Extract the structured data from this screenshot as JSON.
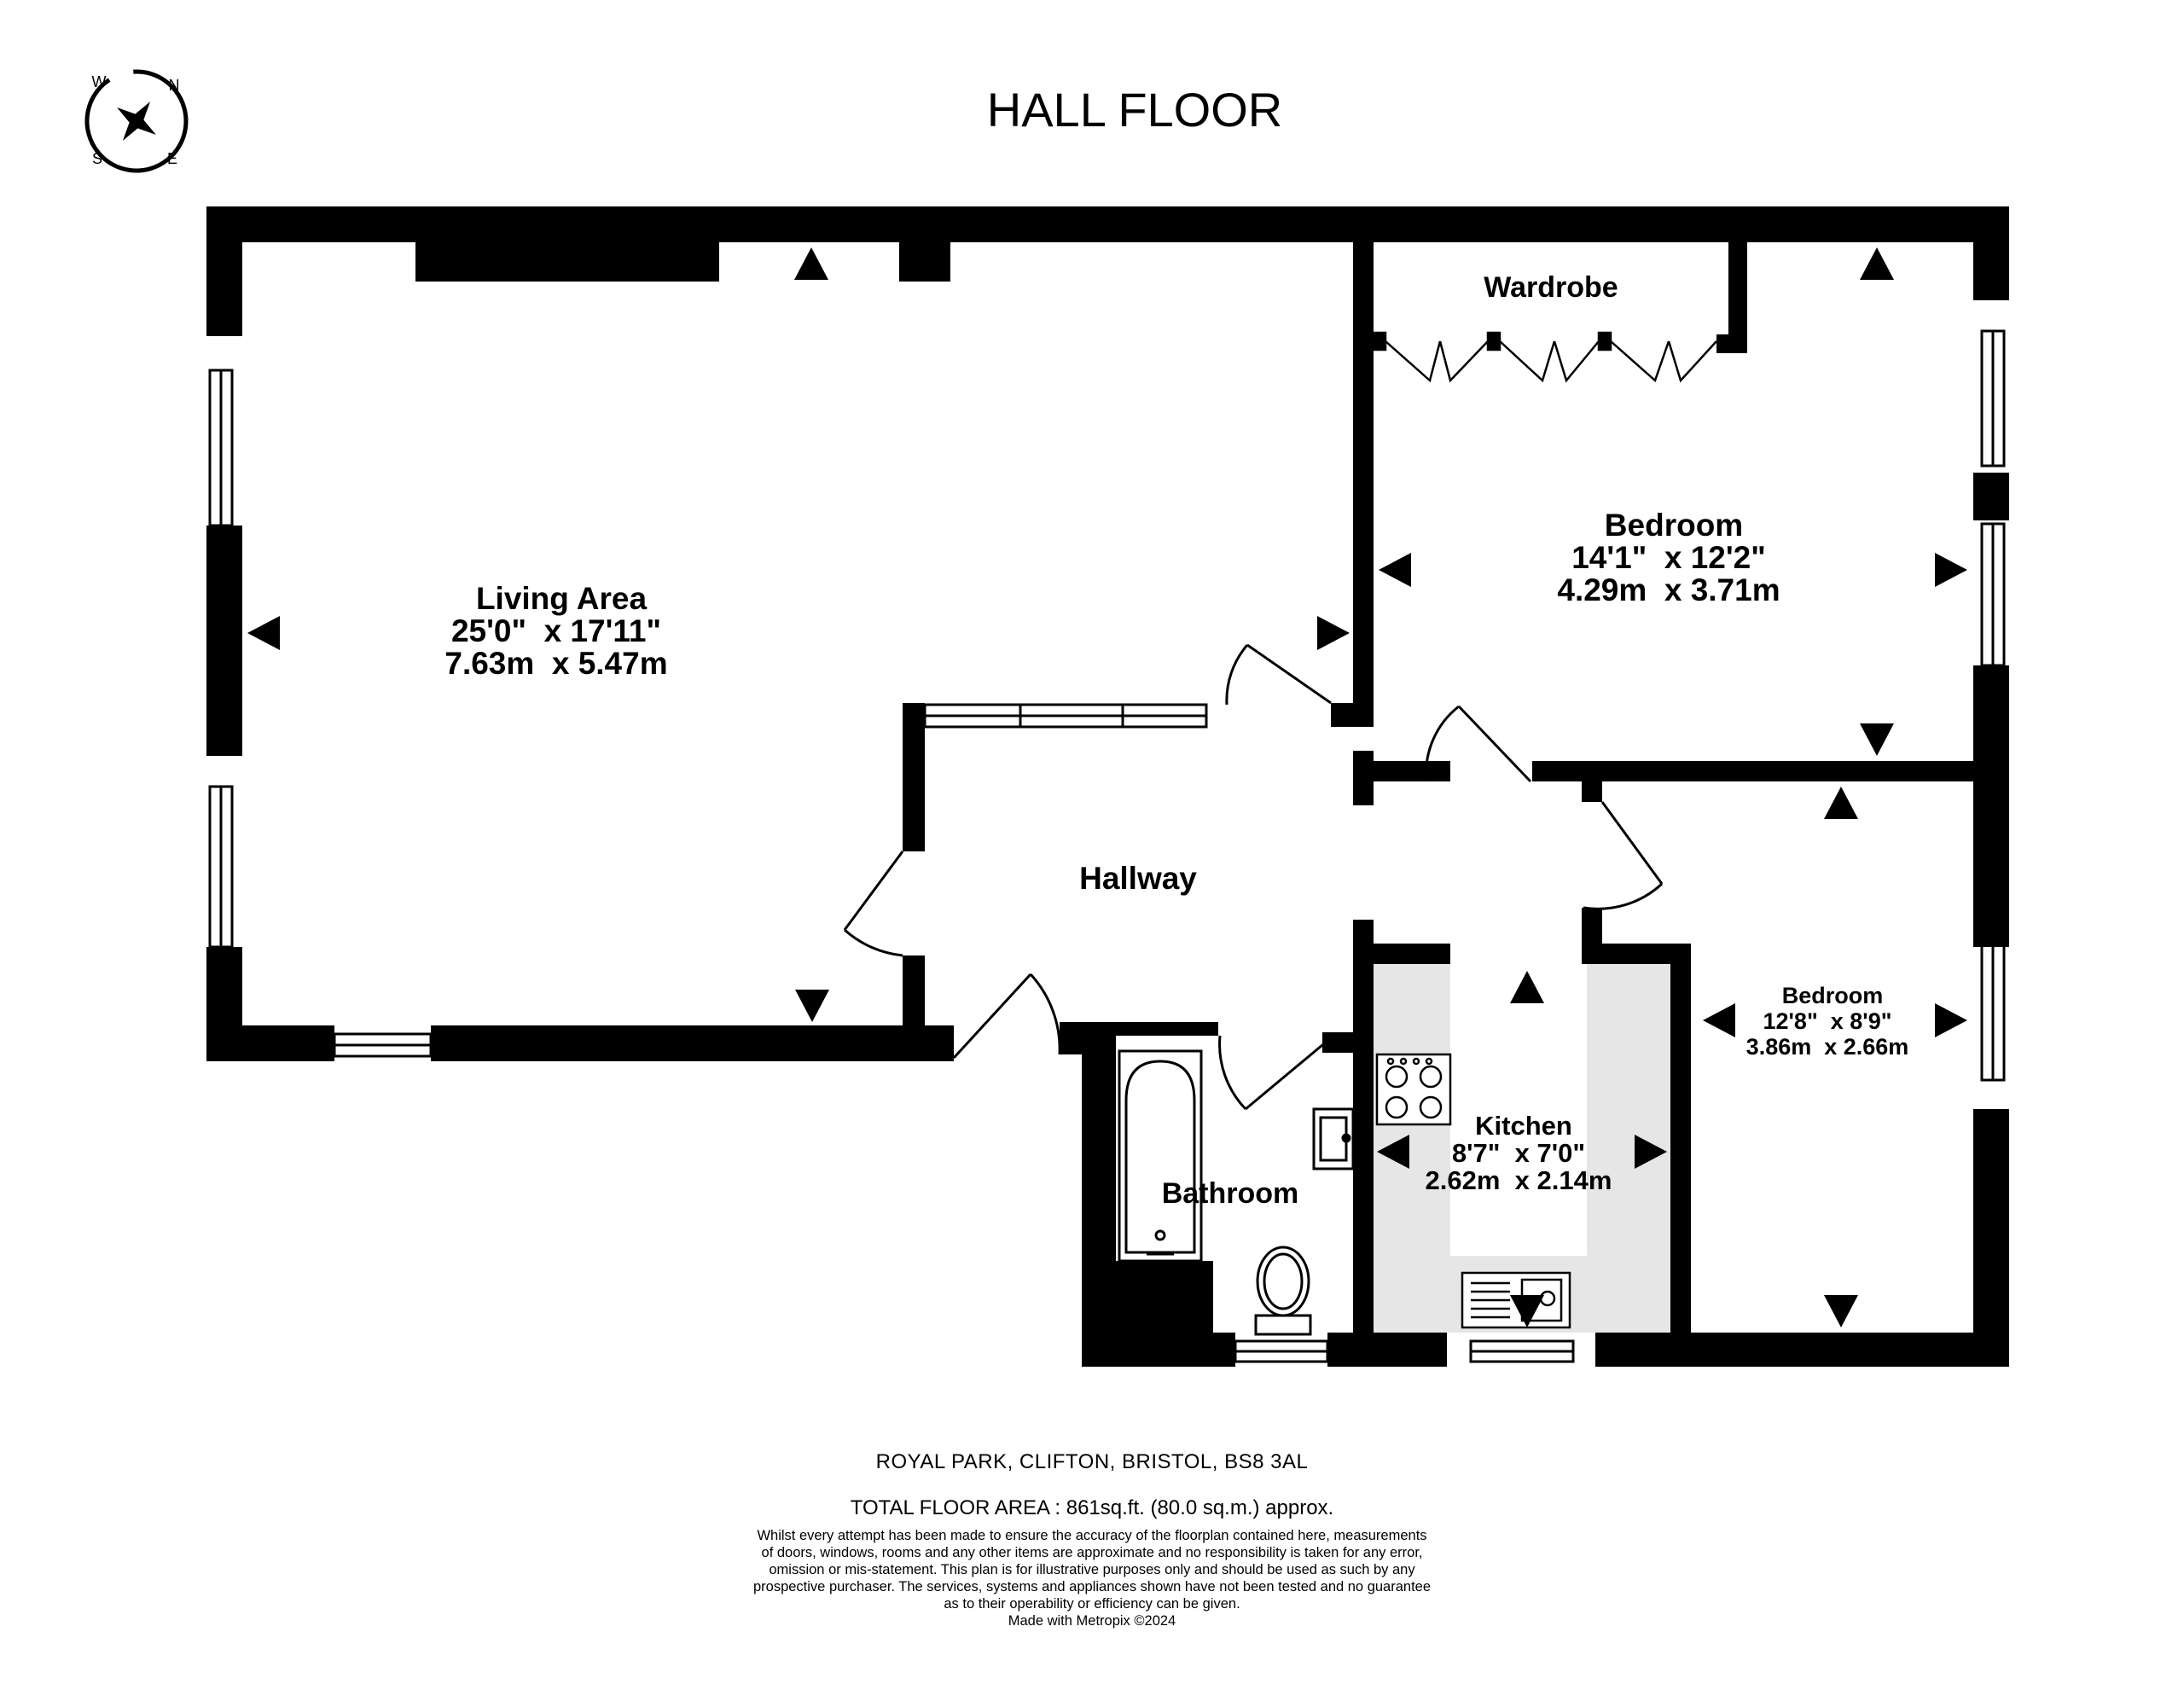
{
  "title": "HALL FLOOR",
  "compass": {
    "letters": [
      "N",
      "E",
      "S",
      "W"
    ]
  },
  "rooms": {
    "living": {
      "name": "Living Area",
      "imperial": "25'0\"  x 17'11\"",
      "metric": "7.63m  x 5.47m"
    },
    "bedroom1": {
      "name": "Bedroom",
      "imperial": "14'1\"  x 12'2\"",
      "metric": "4.29m  x 3.71m"
    },
    "wardrobe": {
      "name": "Wardrobe"
    },
    "hallway": {
      "name": "Hallway"
    },
    "bedroom2": {
      "name": "Bedroom",
      "imperial": "12'8\"  x 8'9\"",
      "metric": "3.86m  x 2.66m"
    },
    "kitchen": {
      "name": "Kitchen",
      "imperial": "8'7\"  x 7'0\"",
      "metric": "2.62m  x 2.14m"
    },
    "bathroom": {
      "name": "Bathroom"
    }
  },
  "footer": {
    "address": "ROYAL PARK, CLIFTON, BRISTOL, BS8 3AL",
    "total_area": "TOTAL FLOOR AREA : 861sq.ft. (80.0 sq.m.) approx.",
    "disclaimer": [
      "Whilst every attempt has been made to ensure the accuracy of the floorplan contained here, measurements",
      "of doors, windows, rooms and any other items are approximate and no responsibility is taken for any error,",
      "omission or mis-statement. This plan is for illustrative purposes only and should be used as such by any",
      "prospective purchaser. The services, systems and appliances shown have not been tested and no guarantee",
      "as to their operability or efficiency can be given.",
      "Made with Metropix ©2024"
    ]
  },
  "colors": {
    "wall": "#000000",
    "kitchen_floor": "#e6e6e6",
    "background": "#ffffff"
  }
}
